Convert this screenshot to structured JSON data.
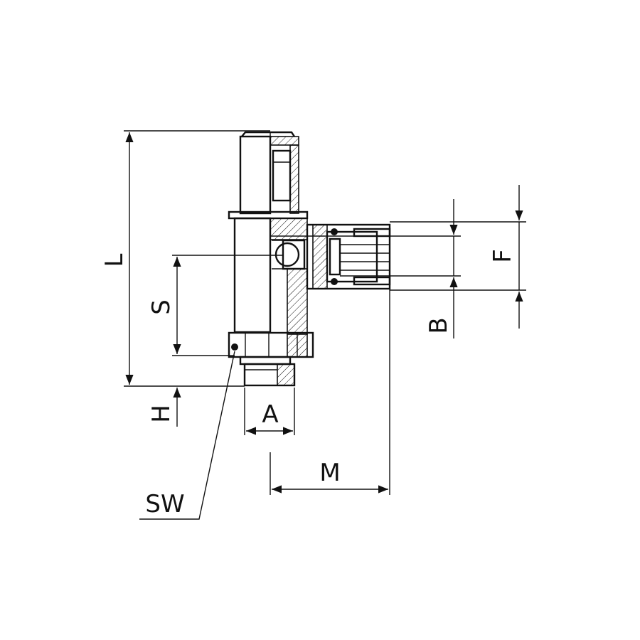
{
  "dimension_labels": {
    "L": "L",
    "S": "S",
    "H": "H",
    "A": "A",
    "M": "M",
    "SW": "SW",
    "B": "B",
    "F": "F"
  },
  "colors": {
    "line": "#111111",
    "background": "#ffffff"
  }
}
